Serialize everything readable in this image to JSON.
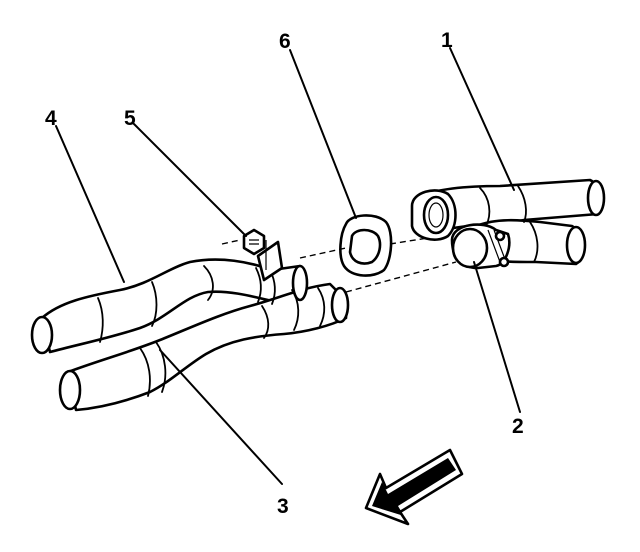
{
  "callouts": [
    {
      "id": "1",
      "label": "1"
    },
    {
      "id": "2",
      "label": "2"
    },
    {
      "id": "3",
      "label": "3"
    },
    {
      "id": "4",
      "label": "4"
    },
    {
      "id": "5",
      "label": "5"
    },
    {
      "id": "6",
      "label": "6"
    }
  ],
  "icons": {
    "direction_arrow": "front-direction-arrow-icon"
  }
}
